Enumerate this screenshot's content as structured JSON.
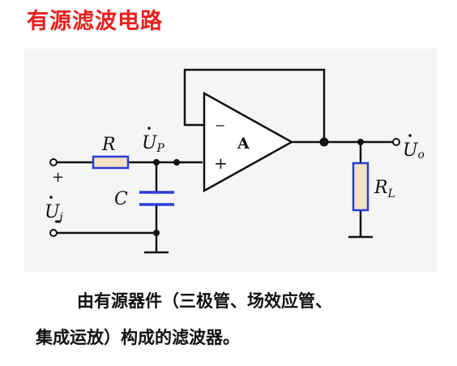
{
  "title": "有源滤波电路",
  "circuit": {
    "opamp_label": "A",
    "minus_sign": "−",
    "plus_sign": "+",
    "resistor_label": "R",
    "capacitor_label": "C",
    "load_label": "R",
    "load_subscript": "L",
    "up_label": "U",
    "up_subscript": "P",
    "ui_label": "U",
    "ui_subscript": "i",
    "uo_label": "U",
    "uo_subscript": "o",
    "input_plus": "+",
    "input_minus": "-",
    "colors": {
      "component": "#2b3fd6",
      "resistor_fill": "#f3e2c4",
      "wire": "#111111"
    }
  },
  "description": {
    "line1": "由有源器件（三极管、场效应管、",
    "line2": "集成运放）构成的滤波器。"
  }
}
